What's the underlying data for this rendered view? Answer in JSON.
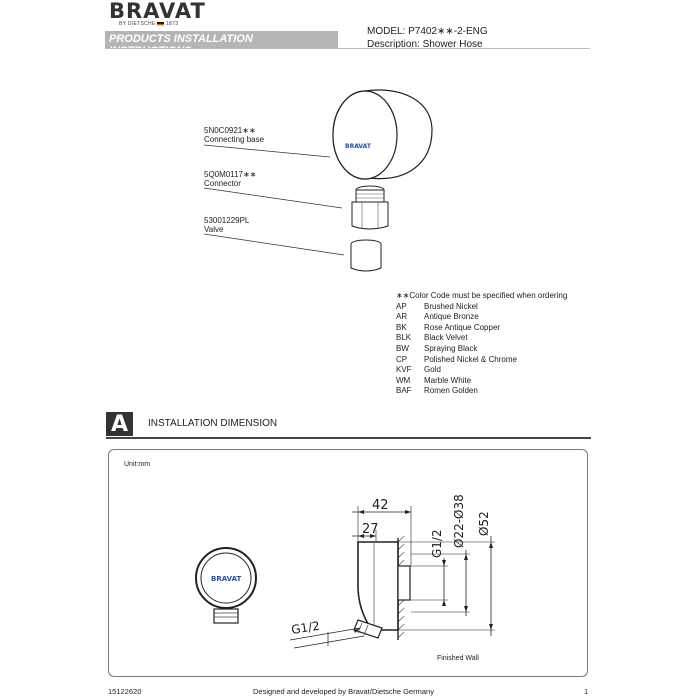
{
  "header": {
    "brand": "BRAVAT",
    "tagline": "BY DIETSCHE",
    "year": "1873",
    "banner": "PRODUCTS INSTALLATION INSTRUCTIONS",
    "model": "MODEL: P7402∗∗-2-ENG",
    "description": "Description:  Shower Hose"
  },
  "parts": [
    {
      "code": "5N0C0921∗∗",
      "name": "Connecting base"
    },
    {
      "code": "5Q0M0117∗∗",
      "name": "Connector"
    },
    {
      "code": "53001229PL",
      "name": "Valve"
    }
  ],
  "part_logo": "BRAVAT",
  "color_note": "∗∗Color Code must be specified when ordering",
  "colors": [
    {
      "code": "AP",
      "name": "Brushed Nickel"
    },
    {
      "code": "AR",
      "name": "Antique Bronze"
    },
    {
      "code": "BK",
      "name": "Rose Antique Copper"
    },
    {
      "code": "BLK",
      "name": "Black Velvet"
    },
    {
      "code": "BW",
      "name": "Spraying Black"
    },
    {
      "code": "CP",
      "name": "Polished Nickel & Chrome"
    },
    {
      "code": "KVF",
      "name": "Gold"
    },
    {
      "code": "WM",
      "name": "Marble White"
    },
    {
      "code": "BAF",
      "name": "Romen Golden"
    }
  ],
  "section": {
    "letter": "A",
    "title": "INSTALLATION DIMENSION",
    "unit": "Unit:mm",
    "finished_wall": "Finished Wall",
    "dims": {
      "d42": "42",
      "d27": "27",
      "thread_top": "G1/2",
      "dia_range": "Ø22-Ø38",
      "dia52": "Ø52",
      "thread_bottom": "G1/2"
    }
  },
  "footer": {
    "doc_number": "15122620",
    "credit": "Designed and developed by Bravat/Dietsche Germany",
    "page": "1"
  },
  "colors_palette": {
    "banner": "#b5b5b5",
    "logo_blue": "#1f4fb0",
    "section_block": "#333333"
  }
}
